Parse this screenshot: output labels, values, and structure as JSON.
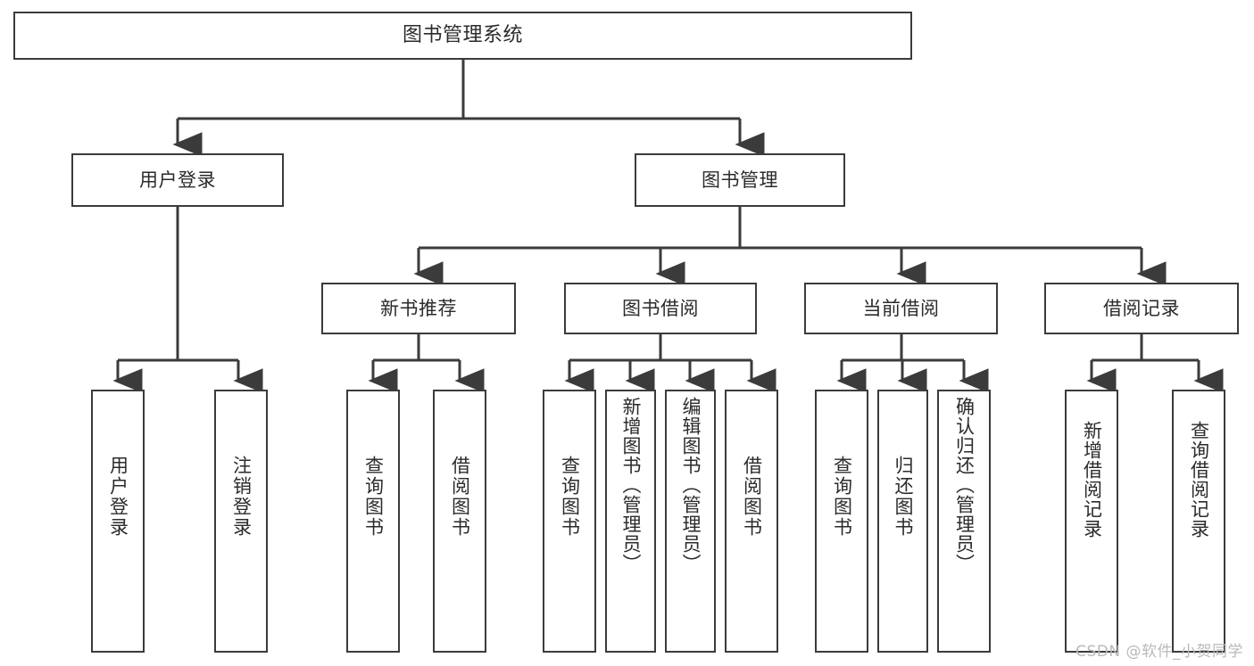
{
  "diagram": {
    "type": "tree-hierarchy",
    "title": "图书管理系统",
    "watermark": "CSDN @软件_小贺同学",
    "root": {
      "id": "root",
      "label": "图书管理系统"
    },
    "level1": [
      {
        "id": "user-login",
        "label": "用户登录"
      },
      {
        "id": "book-manage",
        "label": "图书管理"
      }
    ],
    "level2": [
      {
        "id": "new-book-rec",
        "label": "新书推荐",
        "parent": "book-manage"
      },
      {
        "id": "book-borrow",
        "label": "图书借阅",
        "parent": "book-manage"
      },
      {
        "id": "current-borrow",
        "label": "当前借阅",
        "parent": "book-manage"
      },
      {
        "id": "borrow-record",
        "label": "借阅记录",
        "parent": "book-manage"
      }
    ],
    "leaves": [
      {
        "id": "leaf-user-login",
        "label": "用户登录",
        "parent": "user-login"
      },
      {
        "id": "leaf-user-logout",
        "label": "注销登录",
        "parent": "user-login"
      },
      {
        "id": "leaf-query-book-1",
        "label": "查询图书",
        "parent": "new-book-rec"
      },
      {
        "id": "leaf-borrow-book-1",
        "label": "借阅图书",
        "parent": "new-book-rec"
      },
      {
        "id": "leaf-query-book-2",
        "label": "查询图书",
        "parent": "book-borrow"
      },
      {
        "id": "leaf-add-book",
        "label": "新增图书（管理员）",
        "parent": "book-borrow"
      },
      {
        "id": "leaf-edit-book",
        "label": "编辑图书（管理员）",
        "parent": "book-borrow"
      },
      {
        "id": "leaf-borrow-book-2",
        "label": "借阅图书",
        "parent": "book-borrow"
      },
      {
        "id": "leaf-query-book-3",
        "label": "查询图书",
        "parent": "current-borrow"
      },
      {
        "id": "leaf-return-book",
        "label": "归还图书",
        "parent": "current-borrow"
      },
      {
        "id": "leaf-confirm-return",
        "label": "确认归还（管理员）",
        "parent": "current-borrow"
      },
      {
        "id": "leaf-add-record",
        "label": "新增借阅记录",
        "parent": "borrow-record"
      },
      {
        "id": "leaf-query-record",
        "label": "查询借阅记录",
        "parent": "borrow-record"
      }
    ],
    "colors": {
      "stroke": "#3b3b3b",
      "fill": "#ffffff",
      "text": "#2b2b2b",
      "watermark": "#b9b9b9"
    }
  }
}
